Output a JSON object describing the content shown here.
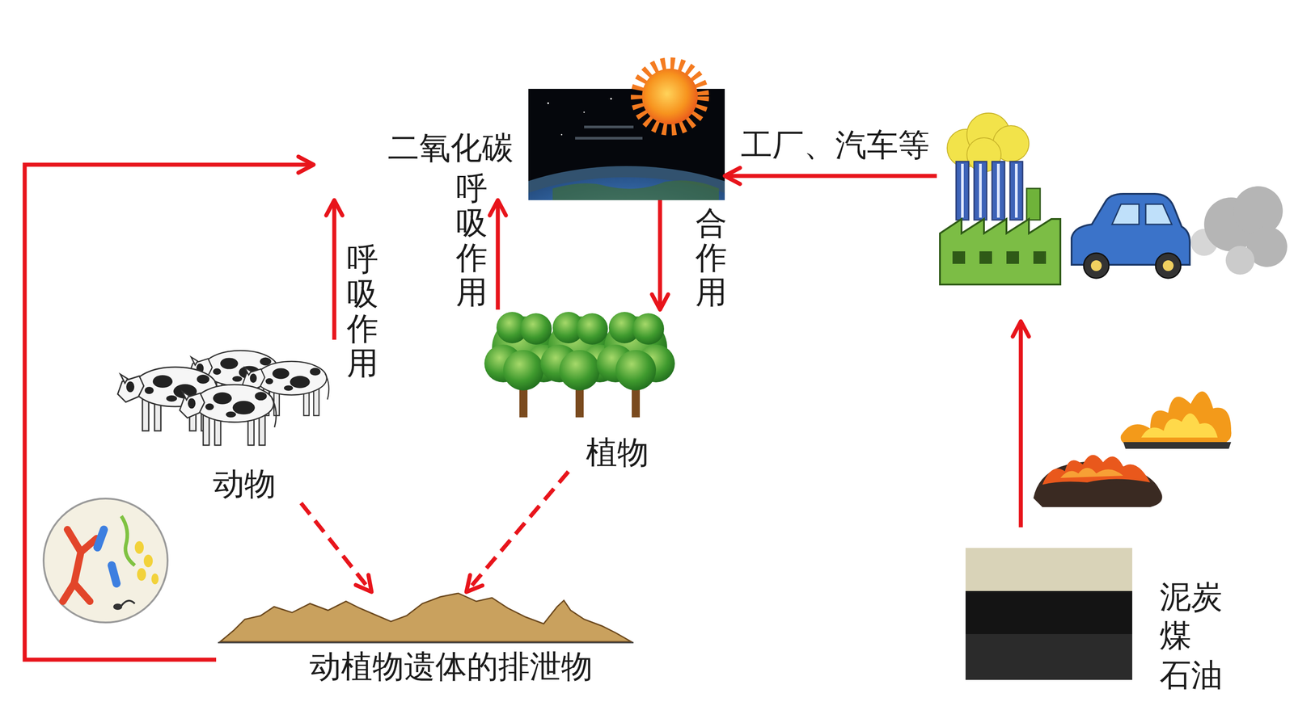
{
  "diagram": {
    "nodes": [
      {
        "text": [
          "二氧化碳"
        ]
      },
      {
        "text": [
          "工厂、汽车等"
        ]
      },
      {
        "text": [
          "动物"
        ]
      },
      {
        "text": [
          "植物"
        ]
      },
      {
        "text": [
          "动植物遗体的排泄物"
        ]
      },
      {
        "text": [
          "泥炭",
          "煤",
          "石油"
        ]
      }
    ],
    "edges": [
      {
        "from": 1,
        "to": 0,
        "arrow": "to"
      },
      {
        "from": 2,
        "to": 0,
        "label": "呼吸作用",
        "arrow": "to"
      },
      {
        "from": 3,
        "to": 0,
        "label": "呼吸作用",
        "arrow": "to"
      },
      {
        "from": 0,
        "to": 3,
        "label": "合作用",
        "arrow": "to"
      },
      {
        "from": 2,
        "to": 4,
        "arrow": "to"
      },
      {
        "from": 3,
        "to": 4,
        "arrow": "to"
      },
      {
        "from": 4,
        "to": 0,
        "arrow": "to"
      },
      {
        "from": 5,
        "to": 1,
        "arrow": "to"
      }
    ]
  }
}
